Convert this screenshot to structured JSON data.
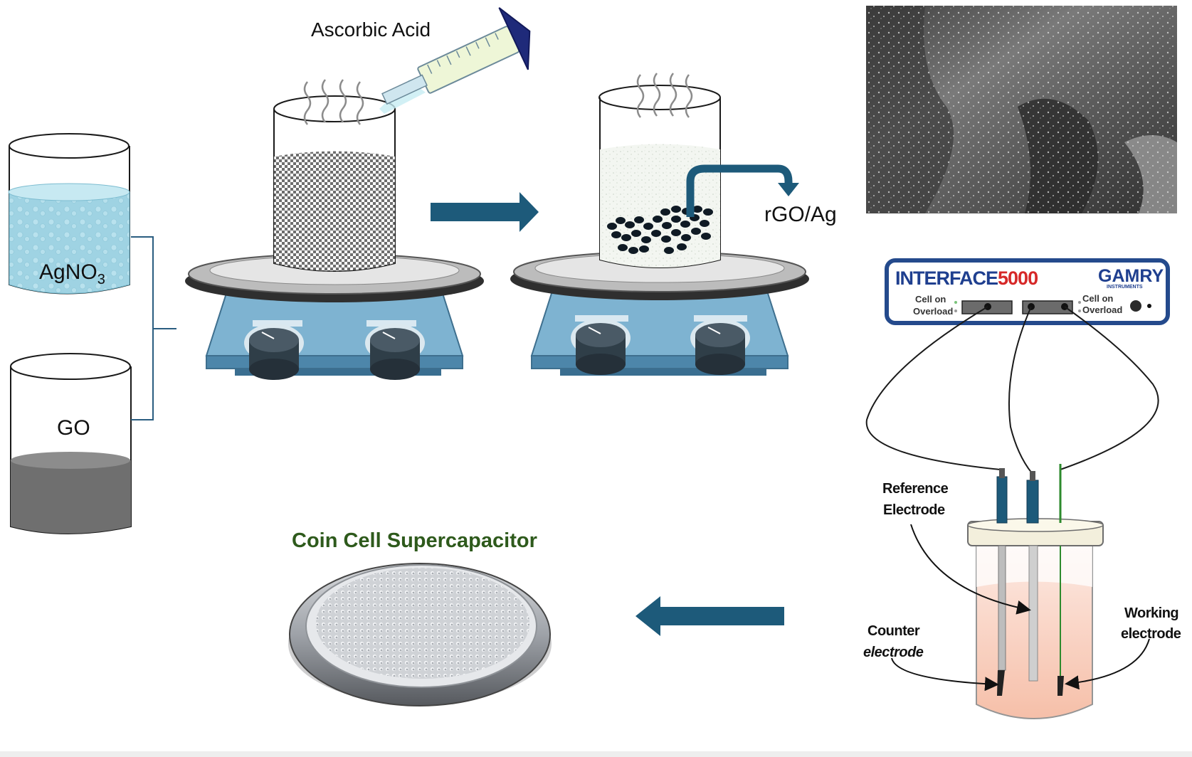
{
  "labels": {
    "ascorbic_acid": "Ascorbic Acid",
    "agno3_main": "AgNO",
    "agno3_sub": "3",
    "go": "GO",
    "rgo_ag": "rGO/Ag",
    "coin_cell": "Coin Cell Supercapacitor",
    "reference_line1": "Reference",
    "reference_line2": "Electrode",
    "counter_line1": "Counter",
    "counter_line2": "electrode",
    "working_line1": "Working",
    "working_line2": "electrode"
  },
  "potentiostat": {
    "model_prefix": "INTERFACE",
    "model_number": "5000",
    "brand": "GAMRY",
    "brand_sub": "INSTRUMENTS",
    "left_status_1": "Cell on",
    "left_status_2": "Overload",
    "right_status_1": "Cell on",
    "right_status_2": "Overload"
  },
  "colors": {
    "arrow": "#1d5a7a",
    "hotplate": "#5b94b8",
    "coin_title": "#2e5a1c",
    "brand_blue": "#1f3f8f",
    "brand_red": "#d62828"
  }
}
